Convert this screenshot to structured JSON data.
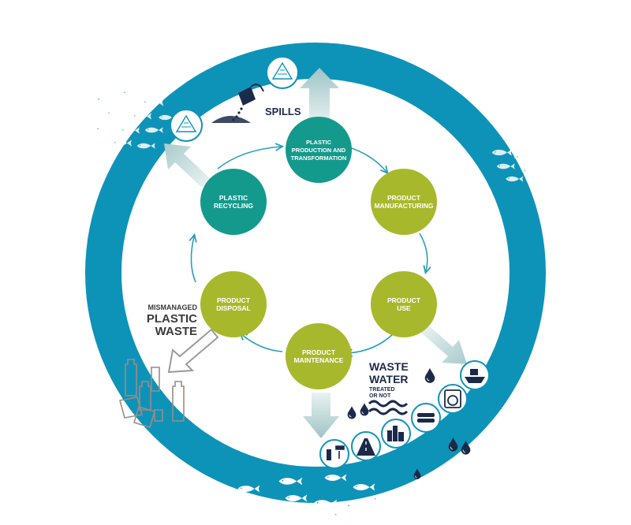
{
  "colors": {
    "ocean": "#0E93B8",
    "ocean_deep": "#0B7FA2",
    "teal_node": "#139A8C",
    "olive_node": "#A8B82C",
    "arrow_teal": "#2A9FB5",
    "fade_arrow": "#BFD9DA",
    "navy": "#1B2A4A",
    "bottle_brown": "#9A8C86"
  },
  "cycle_nodes": [
    {
      "id": "production",
      "lines": [
        "PLASTIC",
        "PRODUCTION AND",
        "TRANSFORMATION"
      ],
      "color": "teal"
    },
    {
      "id": "manufacturing",
      "lines": [
        "PRODUCT",
        "MANUFACTURING"
      ],
      "color": "olive"
    },
    {
      "id": "use",
      "lines": [
        "PRODUCT",
        "USE"
      ],
      "color": "olive"
    },
    {
      "id": "maintenance",
      "lines": [
        "PRODUCT",
        "MAINTENANCE"
      ],
      "color": "olive"
    },
    {
      "id": "disposal",
      "lines": [
        "PRODUCT",
        "DISPOSAL"
      ],
      "color": "olive"
    },
    {
      "id": "recycling",
      "lines": [
        "PLASTIC",
        "RECYCLING"
      ],
      "color": "teal"
    }
  ],
  "labels": {
    "spills": "SPILLS",
    "mismanaged_small": "MISMANAGED",
    "mismanaged_big_1": "PLASTIC",
    "mismanaged_big_2": "WASTE",
    "waste_water_1": "WASTE",
    "waste_water_2": "WATER",
    "treated_1": "TREATED",
    "treated_2": "OR NOT"
  },
  "icons": {
    "pellet_badges": [
      "pellet-pile-icon",
      "pellet-pile-icon"
    ],
    "spill": "bucket-spill-icon",
    "outlet_icons": [
      "cosmetics-shower-icon",
      "road-tire-icon",
      "city-icon",
      "textile-icon",
      "washing-machine-icon",
      "ship-icon"
    ],
    "fish": "fish-school-icon",
    "drops": "water-drop-icon",
    "bottles": "plastic-bottle-icon"
  }
}
